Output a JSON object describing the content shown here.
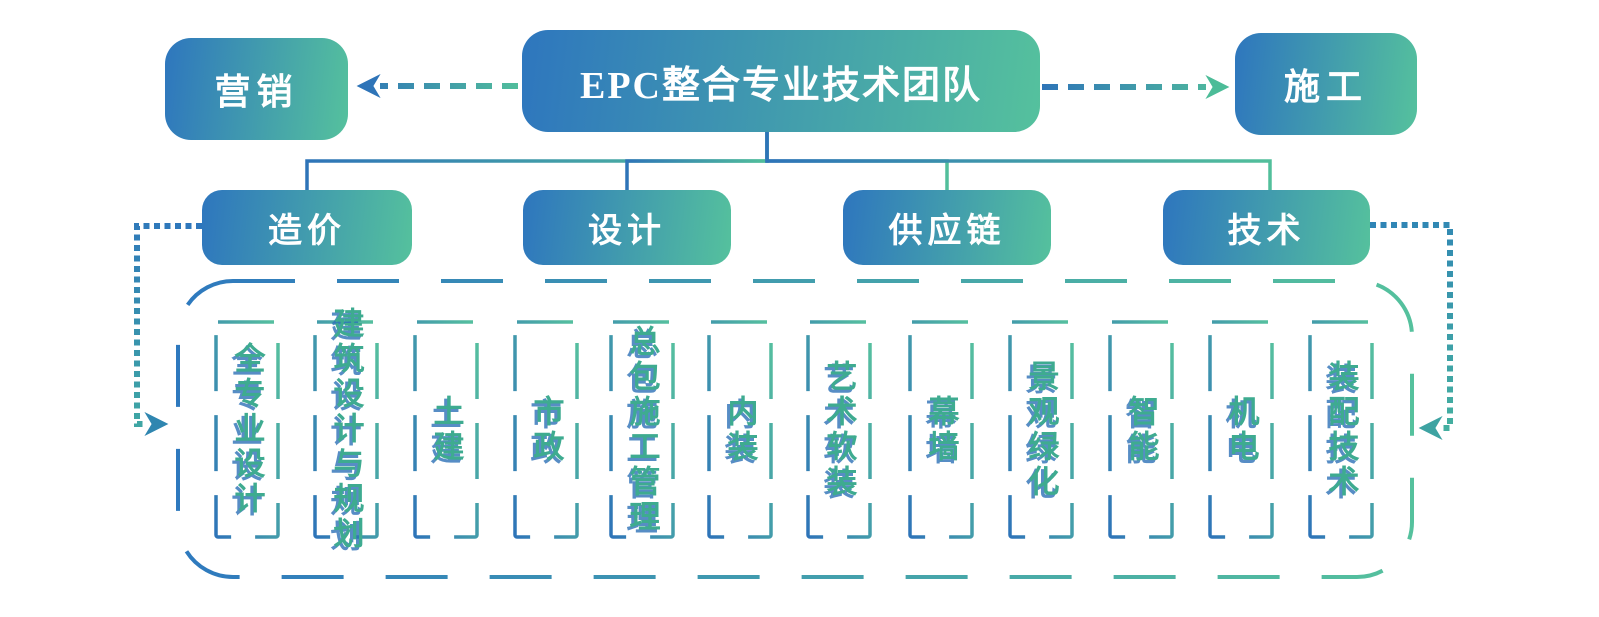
{
  "page": {
    "background_color": "#FFFFFF"
  },
  "header": {
    "team_label": "EPC整合专业技术团队",
    "marketing_label": "营销",
    "construction_label": "施工"
  },
  "branches": [
    {
      "label": "造价"
    },
    {
      "label": "设计"
    },
    {
      "label": "供应链"
    },
    {
      "label": "技术"
    }
  ],
  "specialties": {
    "items": [
      {
        "label": "全专业设计"
      },
      {
        "label": "建筑设计与规划"
      },
      {
        "label": "土建"
      },
      {
        "label": "市政"
      },
      {
        "label": "总包施工管理"
      },
      {
        "label": "内装"
      },
      {
        "label": "艺术软装"
      },
      {
        "label": "幕墙"
      },
      {
        "label": "景观绿化"
      },
      {
        "label": "智能"
      },
      {
        "label": "机电"
      },
      {
        "label": "装配技术"
      }
    ]
  },
  "colors": {
    "node_gradient_blue": "#2E76BE",
    "node_gradient_green": "#55C19D",
    "connector_blue": "#2E74B8",
    "connector_green": "#52BF9B",
    "dotted_teal": "#3A9BB1",
    "item_text_green": "#3EAB90",
    "item_text_shadow_blue": "#2D70B6",
    "label_text": "#FFFFFF"
  }
}
